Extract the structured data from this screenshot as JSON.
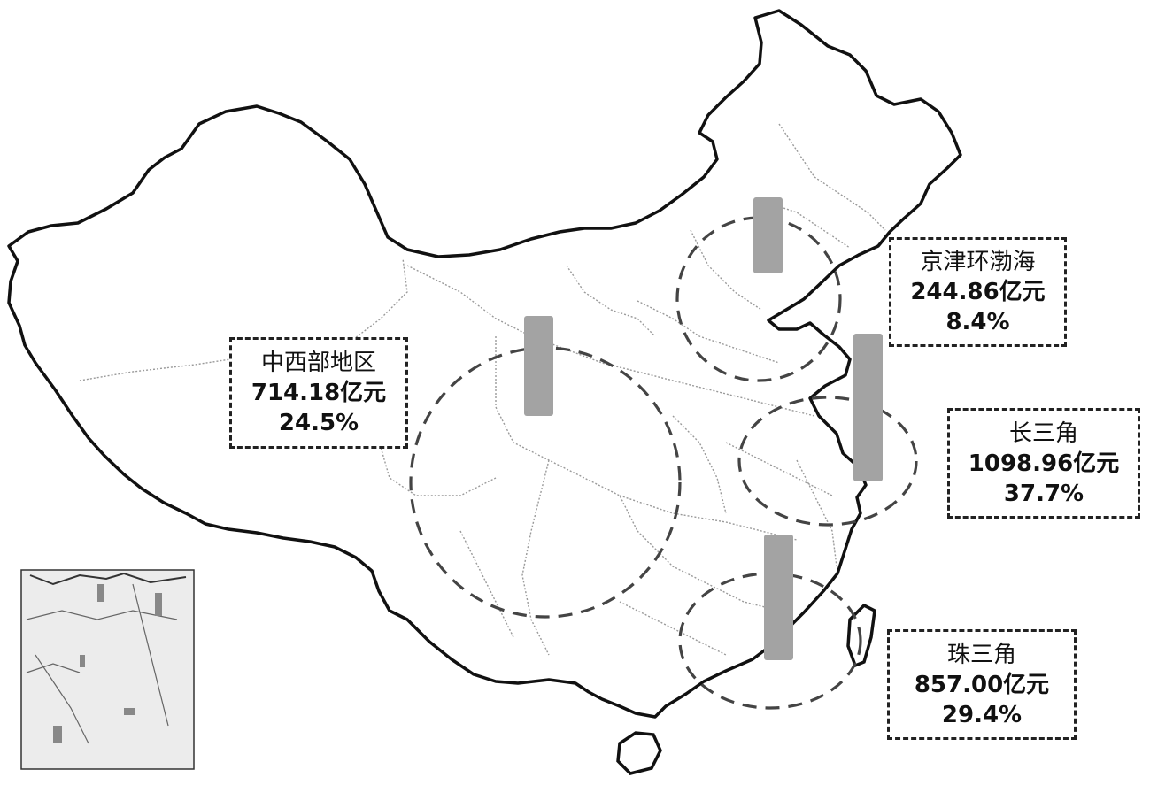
{
  "colors": {
    "outline": "#111111",
    "province_line": "#9a9a9a",
    "bar": "#a3a3a3",
    "circle": "#444444"
  },
  "map_data": {
    "regions": [
      {
        "id": "west",
        "name": "中西部地区",
        "amount": "714.18亿元",
        "share": "24.5%"
      },
      {
        "id": "bohai",
        "name": "京津环渤海",
        "amount": "244.86亿元",
        "share": "8.4%"
      },
      {
        "id": "yrd",
        "name": "长三角",
        "amount": "1098.96亿元",
        "share": "37.7%"
      },
      {
        "id": "prd",
        "name": "珠三角",
        "amount": "857.00亿元",
        "share": "29.4%"
      }
    ]
  },
  "inset": {
    "icon": "south-china-sea-inset-map"
  }
}
